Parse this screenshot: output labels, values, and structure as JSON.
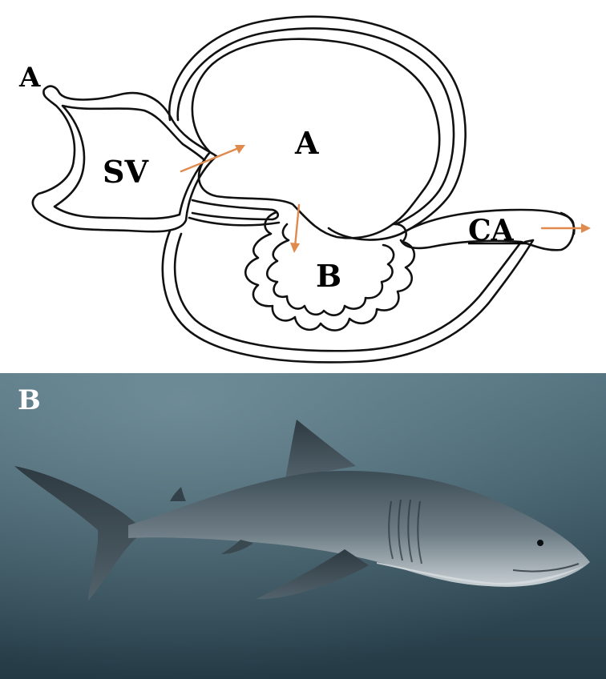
{
  "panel_a": {
    "labels": {
      "atrium_outer": "A",
      "sinus_venosus": "SV",
      "atrium_inner": "A",
      "ventricle": "B",
      "conus_arteriosus": "CA"
    },
    "arrow_color": "#e08a4e"
  },
  "panel_b": {
    "panel_letter": "B",
    "water_color_top": "#4f6f7c",
    "water_color_bottom": "#243a45"
  }
}
